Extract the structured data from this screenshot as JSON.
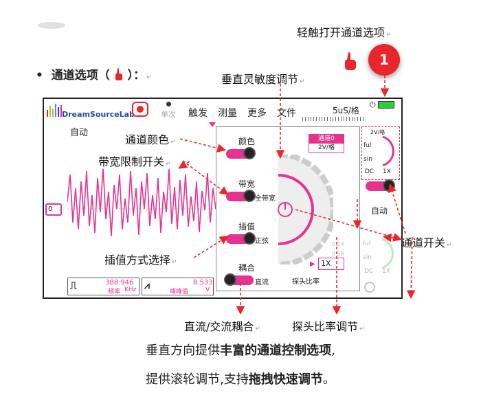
{
  "bullet": {
    "text": "通道选项（",
    "tail": "）：",
    "mark": "↵"
  },
  "callouts": {
    "tap_open": "轻触打开通道选项",
    "vertical_sensitivity": "垂直灵敏度调节",
    "channel_color": "通道颜色",
    "bandwidth_switch": "带宽限制开关",
    "interpolation_select": "插值方式选择",
    "channel_switch": "通道开关",
    "dc_ac_coupling": "直流/交流耦合",
    "probe_ratio": "探头比率调节",
    "step_number": "1"
  },
  "device": {
    "logo": "DreamSourceLab",
    "menu": {
      "single": "单次",
      "trigger": "触发",
      "measure": "测量",
      "more": "更多",
      "file": "文件",
      "timebase": "5uS/格"
    },
    "mode": "自动",
    "channel_marker": "0",
    "panel": {
      "color_label": "颜色",
      "bandwidth_label": "带宽",
      "bandwidth_value": "全带宽",
      "interp_label": "插值",
      "interp_value": "正弦",
      "coupling_label": "耦合",
      "coupling_value": "直流",
      "channel_tag": "通道0",
      "volts_per_div": "2V/格",
      "probe_value": "1X",
      "probe_label": "探头比率",
      "scale_a": "0.2X",
      "scale_b": "0.5X"
    },
    "right_strip": {
      "vdiv": "2V/格",
      "ful": "ful",
      "sin": "sin",
      "dc": "DC",
      "x1": "1X",
      "auto": "自动",
      "ful2": "ful",
      "sin2": "sin",
      "dc2": "DC",
      "x2": "1X"
    },
    "measure1": {
      "value": "388.946",
      "unit": "KHz",
      "label": "频率"
    },
    "measure2": {
      "value": "8.533",
      "unit": "V",
      "label": "峰峰值"
    }
  },
  "caption": {
    "line1_plain": "垂直方向提供",
    "line1_bold": "丰富的通道控制选项",
    "line1_end": ",",
    "line2_plain": "提供滚轮调节,支持",
    "line2_bold": "拖拽快速调节",
    "line2_end": "。"
  },
  "colors": {
    "accent": "#e5338f",
    "red": "#e8262b"
  }
}
